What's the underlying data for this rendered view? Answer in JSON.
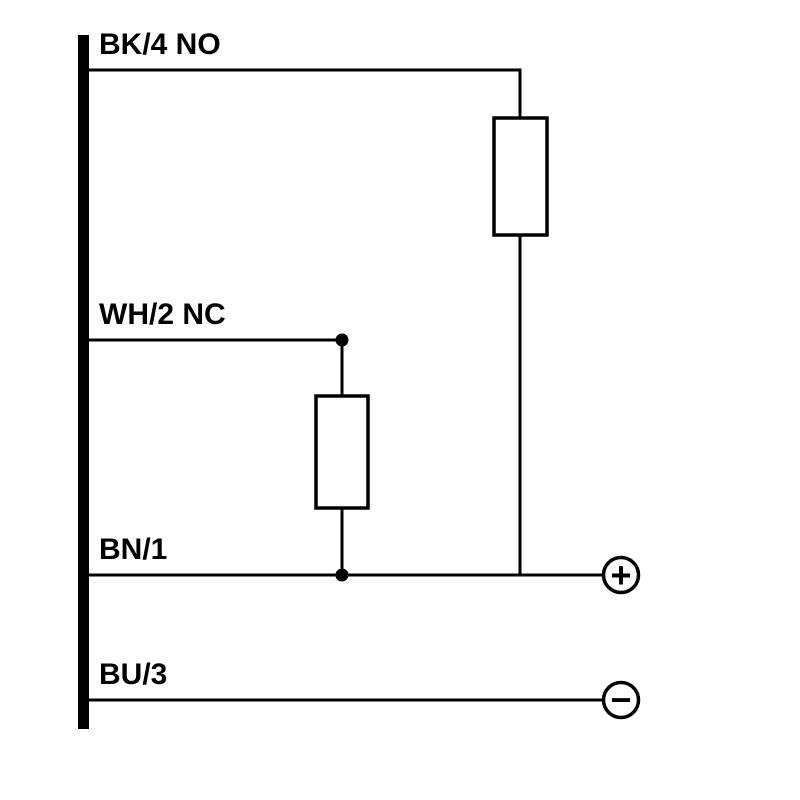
{
  "diagram": {
    "kind": "sensor-output-wiring-diagram",
    "wires": [
      {
        "label": "BK/4 NO"
      },
      {
        "label": "WH/2 NC"
      },
      {
        "label": "BN/1"
      },
      {
        "label": "BU/3"
      }
    ],
    "components": [
      {
        "icon": "load-resistor-icon-no-branch"
      },
      {
        "icon": "load-resistor-icon-nc-branch"
      }
    ],
    "terminals": [
      {
        "name": "positive-supply",
        "symbol": "+"
      },
      {
        "name": "negative-supply",
        "symbol": "−"
      }
    ],
    "colors": {
      "line": "#000000",
      "background": "#ffffff",
      "component_fill": "#ffffff"
    }
  }
}
